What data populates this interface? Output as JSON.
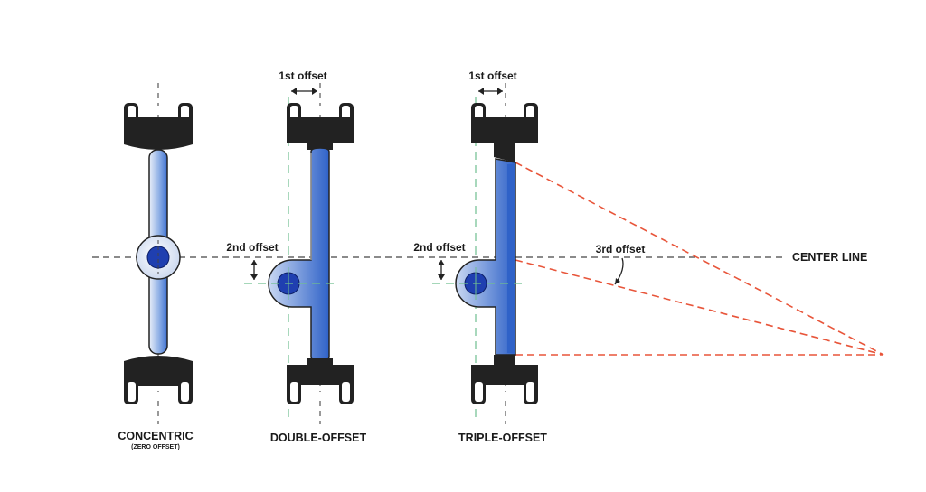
{
  "labels": {
    "center_line": "CENTER LINE",
    "first_offset_a": "1st offset",
    "first_offset_b": "1st offset",
    "second_offset_a": "2nd offset",
    "second_offset_b": "2nd offset",
    "third_offset": "3rd offset"
  },
  "valves": [
    {
      "title": "CONCENTRIC",
      "subtitle": "(ZERO OFFSET)"
    },
    {
      "title": "DOUBLE-OFFSET"
    },
    {
      "title": "TRIPLE-OFFSET"
    }
  ],
  "colors": {
    "disc_blue": "#3d6fcf",
    "disc_light": "#dbe6f6",
    "hub_blue": "#1f3fb0",
    "metal_black": "#222222",
    "offset_green": "#6fbf8f",
    "cone_red": "#e8553a",
    "axis_gray": "#444444"
  }
}
